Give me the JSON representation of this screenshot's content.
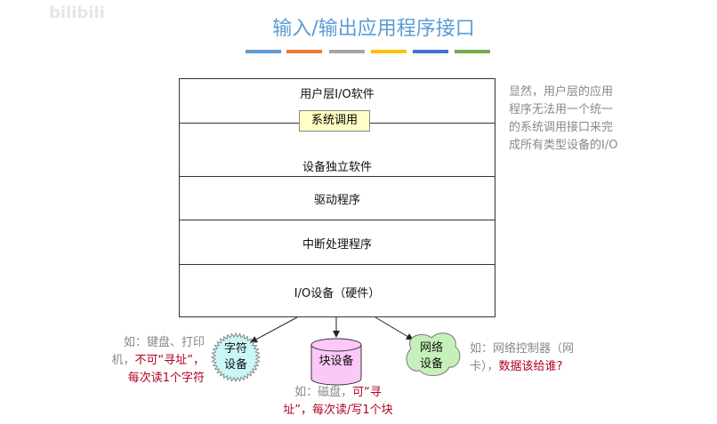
{
  "watermark": "bilibili",
  "title": "输入/输出应用程序接口",
  "accent_colors": [
    "#5b9bd5",
    "#ed7d31",
    "#a5a5a5",
    "#ffc000",
    "#4472c4",
    "#70ad47"
  ],
  "layers": [
    "用户层I/O软件",
    "设备独立软件",
    "驱动程序",
    "中断处理程序",
    "I/O设备（硬件）"
  ],
  "syscall": "系统调用",
  "side_note": [
    "显然，用户层的应用",
    "程序无法用一个统一",
    "的系统调用接口来完",
    "成所有类型设备的I/O"
  ],
  "devices": {
    "char": {
      "line1": "字符",
      "line2": "设备",
      "note_gray1": "如：键盘、打印",
      "note_gray2": "机，",
      "note_red2": "不可“寻址”，",
      "note_red3": "每次读1个字符"
    },
    "block": {
      "label": "块设备",
      "note_gray1": "如：磁盘，",
      "note_red1": "可“寻",
      "note_red2": "址”，每次读/写1个块"
    },
    "net": {
      "line1": "网络",
      "line2": "设备",
      "note_gray1": "如：网络控制器（网",
      "note_gray2": "卡），",
      "note_red2": "数据该给谁?"
    }
  }
}
